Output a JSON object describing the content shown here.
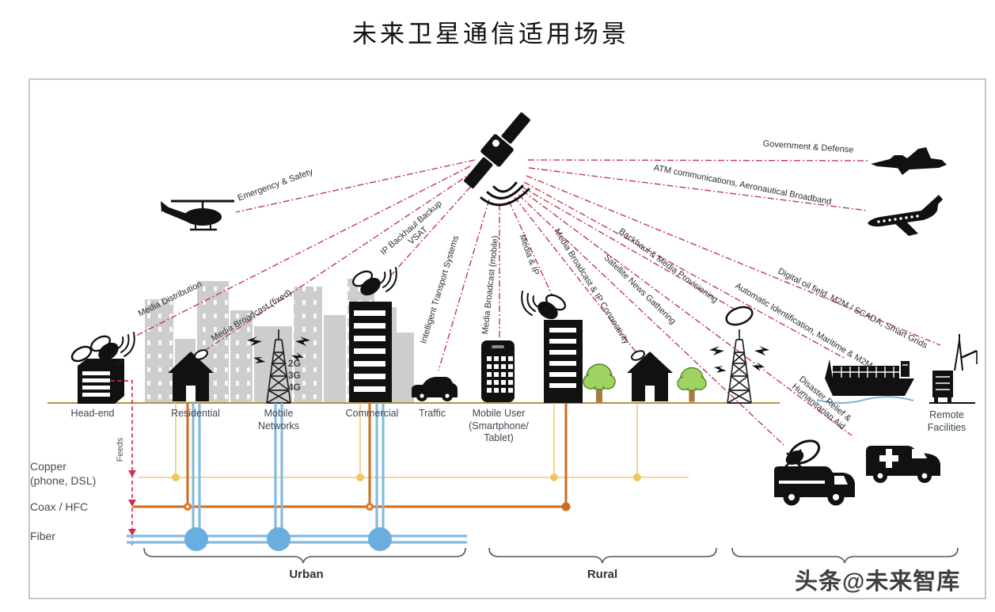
{
  "title": "未来卫星通信适用场景",
  "watermark": "头条@未来智库",
  "satellite_links": {
    "emergency": "Emergency & Safety",
    "media_distribution": "Media Distribution",
    "media_broadcast_fixed": "Media Broadcast (fixed)",
    "ip_backhaul": [
      "IP Backhaul Backup",
      "VSAT"
    ],
    "intelligent_transport": "Intelligent Transport Systems",
    "media_broadcast_mobile": "Media Broadcast (mobile)",
    "media_ip": "Media & IP",
    "media_broadcast_ip": "Media Broadcast & IP Connectivity",
    "satellite_news": "Satellite News Gathering",
    "backhaul_media": "Backhaul & Media Provisioning",
    "atm": "ATM communications, Aeronautical Broadband",
    "government": "Government & Defense",
    "digital_oil": "Digital oil field, M2M / SCADA, Smart Grids",
    "automatic_id": "Automatic Identification, Maritime & M2M",
    "disaster": [
      "Disaster Relief &",
      "Humanitarian Aid"
    ]
  },
  "ground_nodes": {
    "head_end": "Head-end",
    "residential": "Residential",
    "mobile_networks": [
      "Mobile",
      "Networks"
    ],
    "mobile_generations": [
      "2G",
      "3G",
      "4G"
    ],
    "commercial": "Commercial",
    "traffic": "Traffic",
    "mobile_user": [
      "Mobile User",
      "(Smartphone/",
      "Tablet)"
    ],
    "remote_facilities": [
      "Remote",
      "Facilities"
    ]
  },
  "infrastructure": {
    "copper": [
      "Copper",
      "(phone, DSL)"
    ],
    "coax": "Coax / HFC",
    "fiber": "Fiber",
    "feeds": "Feeds"
  },
  "regions": {
    "urban": "Urban",
    "rural": "Rural"
  },
  "colors": {
    "link_line": "#c23a50",
    "copper": "#ecc97c",
    "copper_node": "#f0c75e",
    "coax": "#cf6b1d",
    "fiber": "#85bade",
    "fiber_node": "#69aede",
    "ground": "#b3953f",
    "feeds": "#cc2d55",
    "skyline": "#cdcdcd",
    "tree": "#9fd463"
  }
}
